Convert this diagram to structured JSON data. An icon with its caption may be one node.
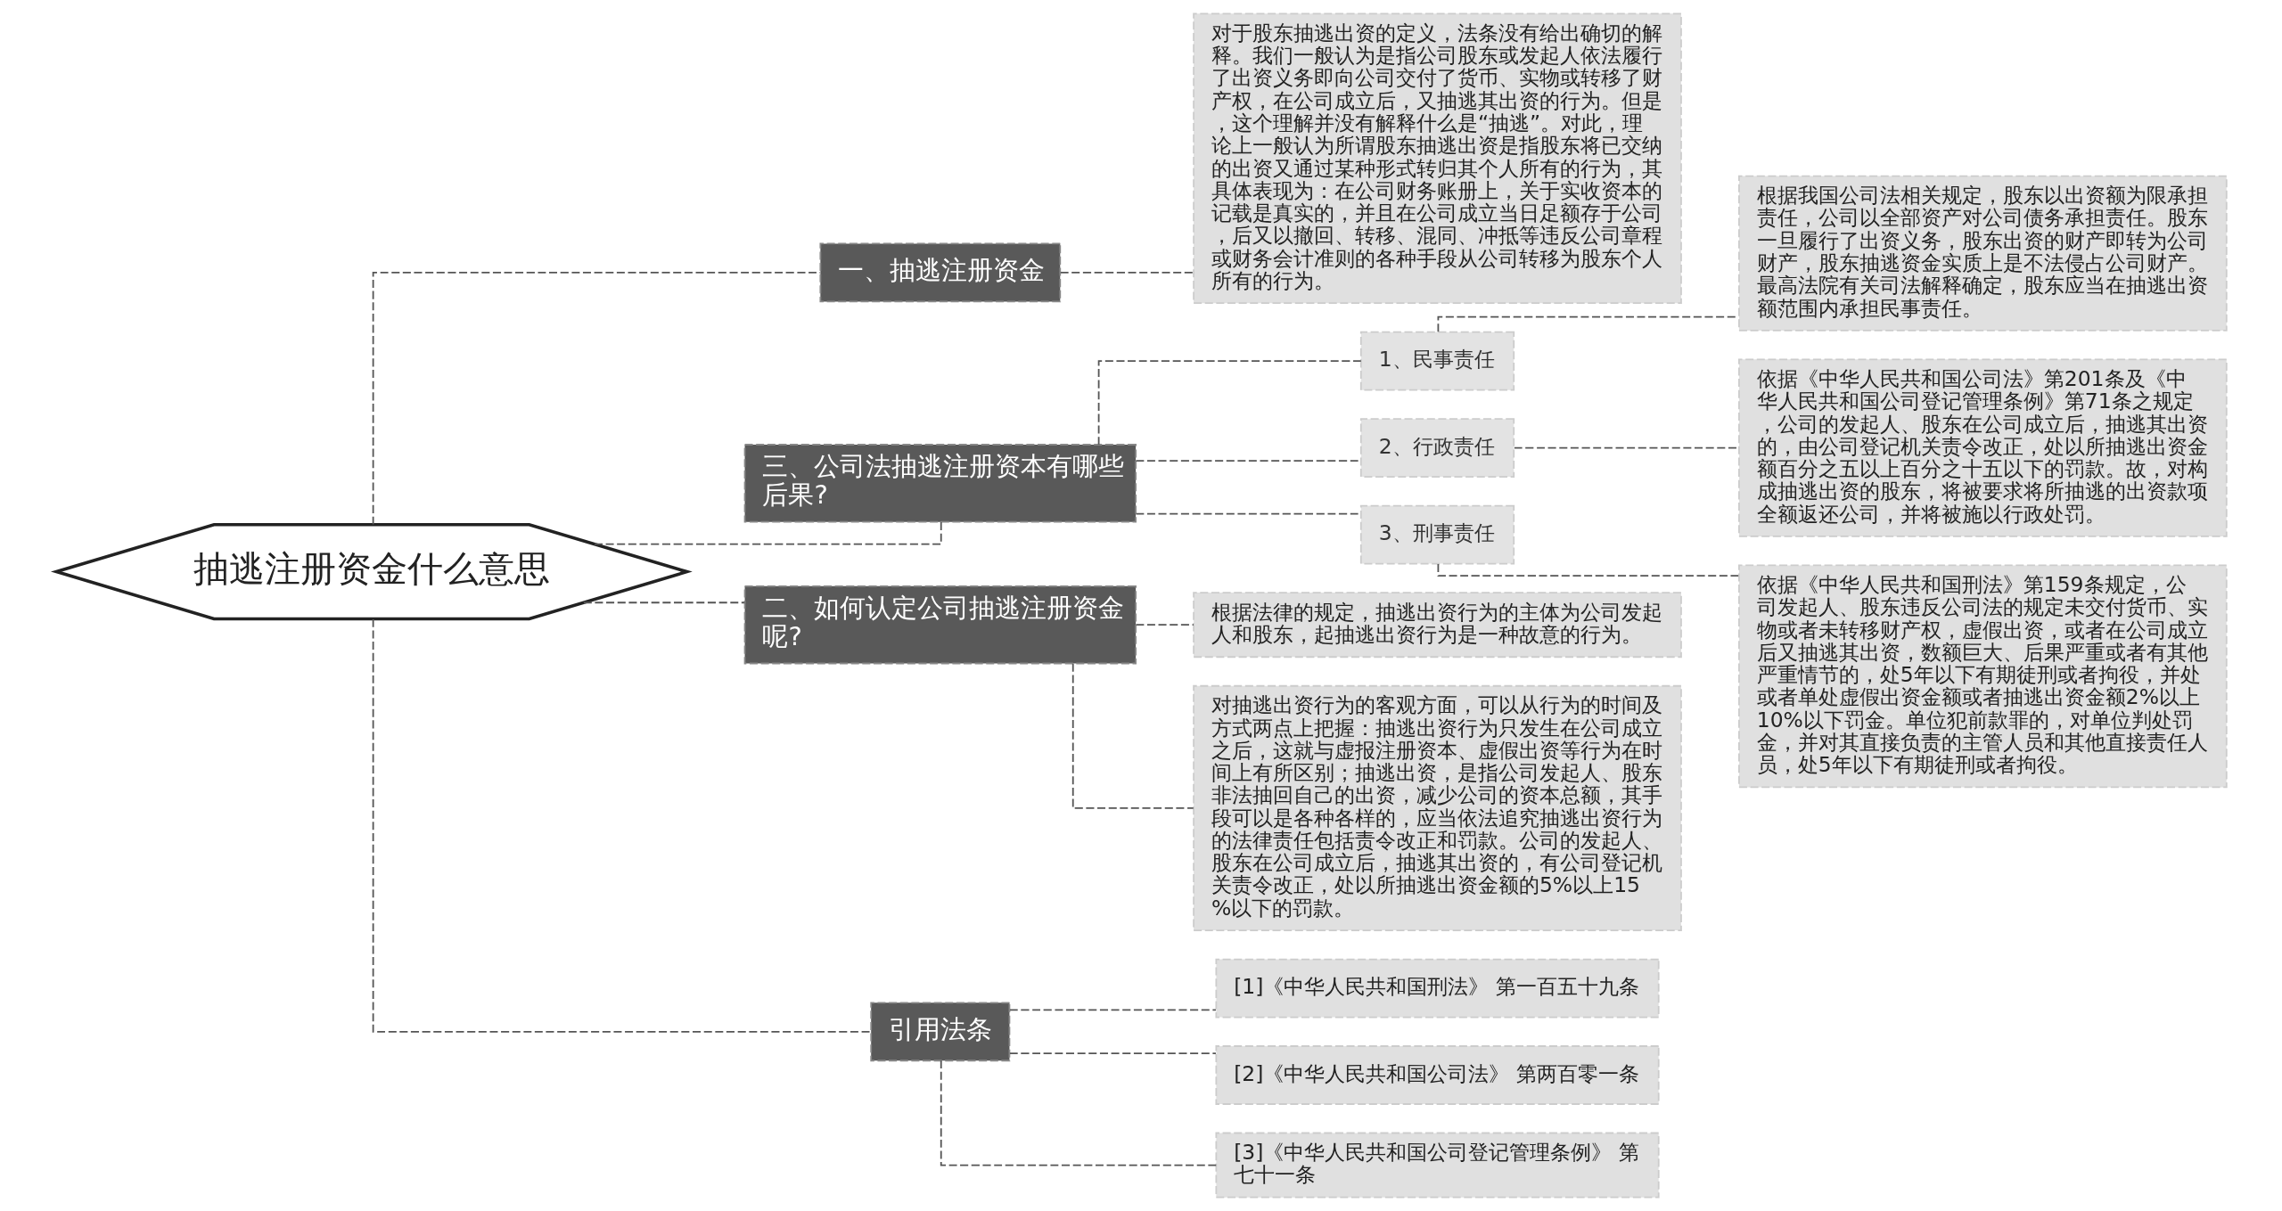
{
  "diagram": {
    "nodes": [
      {
        "text": [
          "抽逃注册资金什么意思"
        ]
      },
      {
        "text": [
          "一、抽逃注册资金"
        ]
      },
      {
        "text": [
          "对于股东抽逃出资的定义，法条没有给出确切的解释。我们一般认为是指公司股东或发起人依法履行了出资义务即向公司交付了货币、实物或转移了财产权，在公司成立后，又抽逃其出资的行为。但是，这个理解并没有解释什么是“抽逃”。对此，理论上一般认为所谓股东抽逃出资是指股东将已交纳的出资又通过某种形式转归其个人所有的行为，其具体表现为：在公司财务账册上，关于实收资本的记载是真实的，并且在公司成立当日足额存于公司，后又以撤回、转移、混同、冲抵等违反公司章程或财务会计准则的各种手段从公司转移为股东个人所有的行为。"
        ]
      },
      {
        "text": [
          "三、公司法抽逃注册资本有哪些后果?"
        ]
      },
      {
        "text": [
          "1、民事责任"
        ]
      },
      {
        "text": [
          "根据我国公司法相关规定，股东以出资额为限承担责任，公司以全部资产对公司债务承担责任。股东一旦履行了出资义务，股东出资的财产即转为公司财产，股东抽逃资金实质上是不法侵占公司财产。最高法院有关司法解释确定，股东应当在抽逃出资额范围内承担民事责任。"
        ]
      },
      {
        "text": [
          "2、行政责任"
        ]
      },
      {
        "text": [
          "依据《中华人民共和国公司法》第201条及《中华人民共和国公司登记管理条例》第71条之规定，公司的发起人、股东在公司成立后，抽逃其出资的，由公司登记机关责令改正，处以所抽逃出资金额百分之五以上百分之十五以下的罚款。故，对构成抽逃出资的股东，将被要求将所抽逃的出资款项全额返还公司，并将被施以行政处罚。"
        ]
      },
      {
        "text": [
          "3、刑事责任"
        ]
      },
      {
        "text": [
          "依据《中华人民共和国刑法》第159条规定，公司发起人、股东违反公司法的规定未交付货币、实物或者未转移财产权，虚假出资，或者在公司成立后又抽逃其出资，数额巨大、后果严重或者有其他严重情节的，处5年以下有期徒刑或者拘役，并处或者单处虚假出资金额或者抽逃出资金额2%以上10%以下罚金。单位犯前款罪的，对单位判处罚金，并对其直接负责的主管人员和其他直接责任人员，处5年以下有期徒刑或者拘役。"
        ]
      },
      {
        "text": [
          "二、如何认定公司抽逃注册资金呢?"
        ]
      },
      {
        "text": [
          "根据法律的规定，抽逃出资行为的主体为公司发起人和股东，起抽逃出资行为是一种故意的行为。"
        ]
      },
      {
        "text": [
          "对抽逃出资行为的客观方面，可以从行为的时间及方式两点上把握：抽逃出资行为只发生在公司成立之后，这就与虚报注册资本、虚假出资等行为在时间上有所区别；抽逃出资，是指公司发起人、股东非法抽回自己的出资，减少公司的资本总额，其手段可以是各种各样的，应当依法追究抽逃出资行为的法律责任包括责令改正和罚款。公司的发起人、股东在公司成立后，抽逃其出资的，有公司登记机关责令改正，处以所抽逃出资金额的5%以上15%以下的罚款。"
        ]
      },
      {
        "text": [
          "引用法条"
        ]
      },
      {
        "text": [
          "[1]《中华人民共和国刑法》 第一百五十九条"
        ]
      },
      {
        "text": [
          "[2]《中华人民共和国公司法》 第两百零一条"
        ]
      },
      {
        "text": [
          "[3]《中华人民共和国公司登记管理条例》 第七十一条"
        ]
      }
    ],
    "edges": [
      {
        "from": 0,
        "to": 1,
        "arrow": "none",
        "style": "dashed"
      },
      {
        "from": 1,
        "to": 2,
        "arrow": "none",
        "style": "dashed"
      },
      {
        "from": 0,
        "to": 3,
        "arrow": "none",
        "style": "dashed"
      },
      {
        "from": 3,
        "to": 4,
        "arrow": "none",
        "style": "dashed"
      },
      {
        "from": 4,
        "to": 5,
        "arrow": "none",
        "style": "dashed"
      },
      {
        "from": 3,
        "to": 6,
        "arrow": "none",
        "style": "dashed"
      },
      {
        "from": 6,
        "to": 7,
        "arrow": "none",
        "style": "dashed"
      },
      {
        "from": 3,
        "to": 8,
        "arrow": "none",
        "style": "dashed"
      },
      {
        "from": 8,
        "to": 9,
        "arrow": "none",
        "style": "dashed"
      },
      {
        "from": 0,
        "to": 10,
        "arrow": "none",
        "style": "dashed"
      },
      {
        "from": 10,
        "to": 11,
        "arrow": "none",
        "style": "dashed"
      },
      {
        "from": 10,
        "to": 12,
        "arrow": "none",
        "style": "dashed"
      },
      {
        "from": 0,
        "to": 13,
        "arrow": "none",
        "style": "dashed"
      },
      {
        "from": 13,
        "to": 14,
        "arrow": "none",
        "style": "dashed"
      },
      {
        "from": 13,
        "to": 15,
        "arrow": "none",
        "style": "dashed"
      },
      {
        "from": 13,
        "to": 16,
        "arrow": "none",
        "style": "dashed"
      }
    ]
  }
}
